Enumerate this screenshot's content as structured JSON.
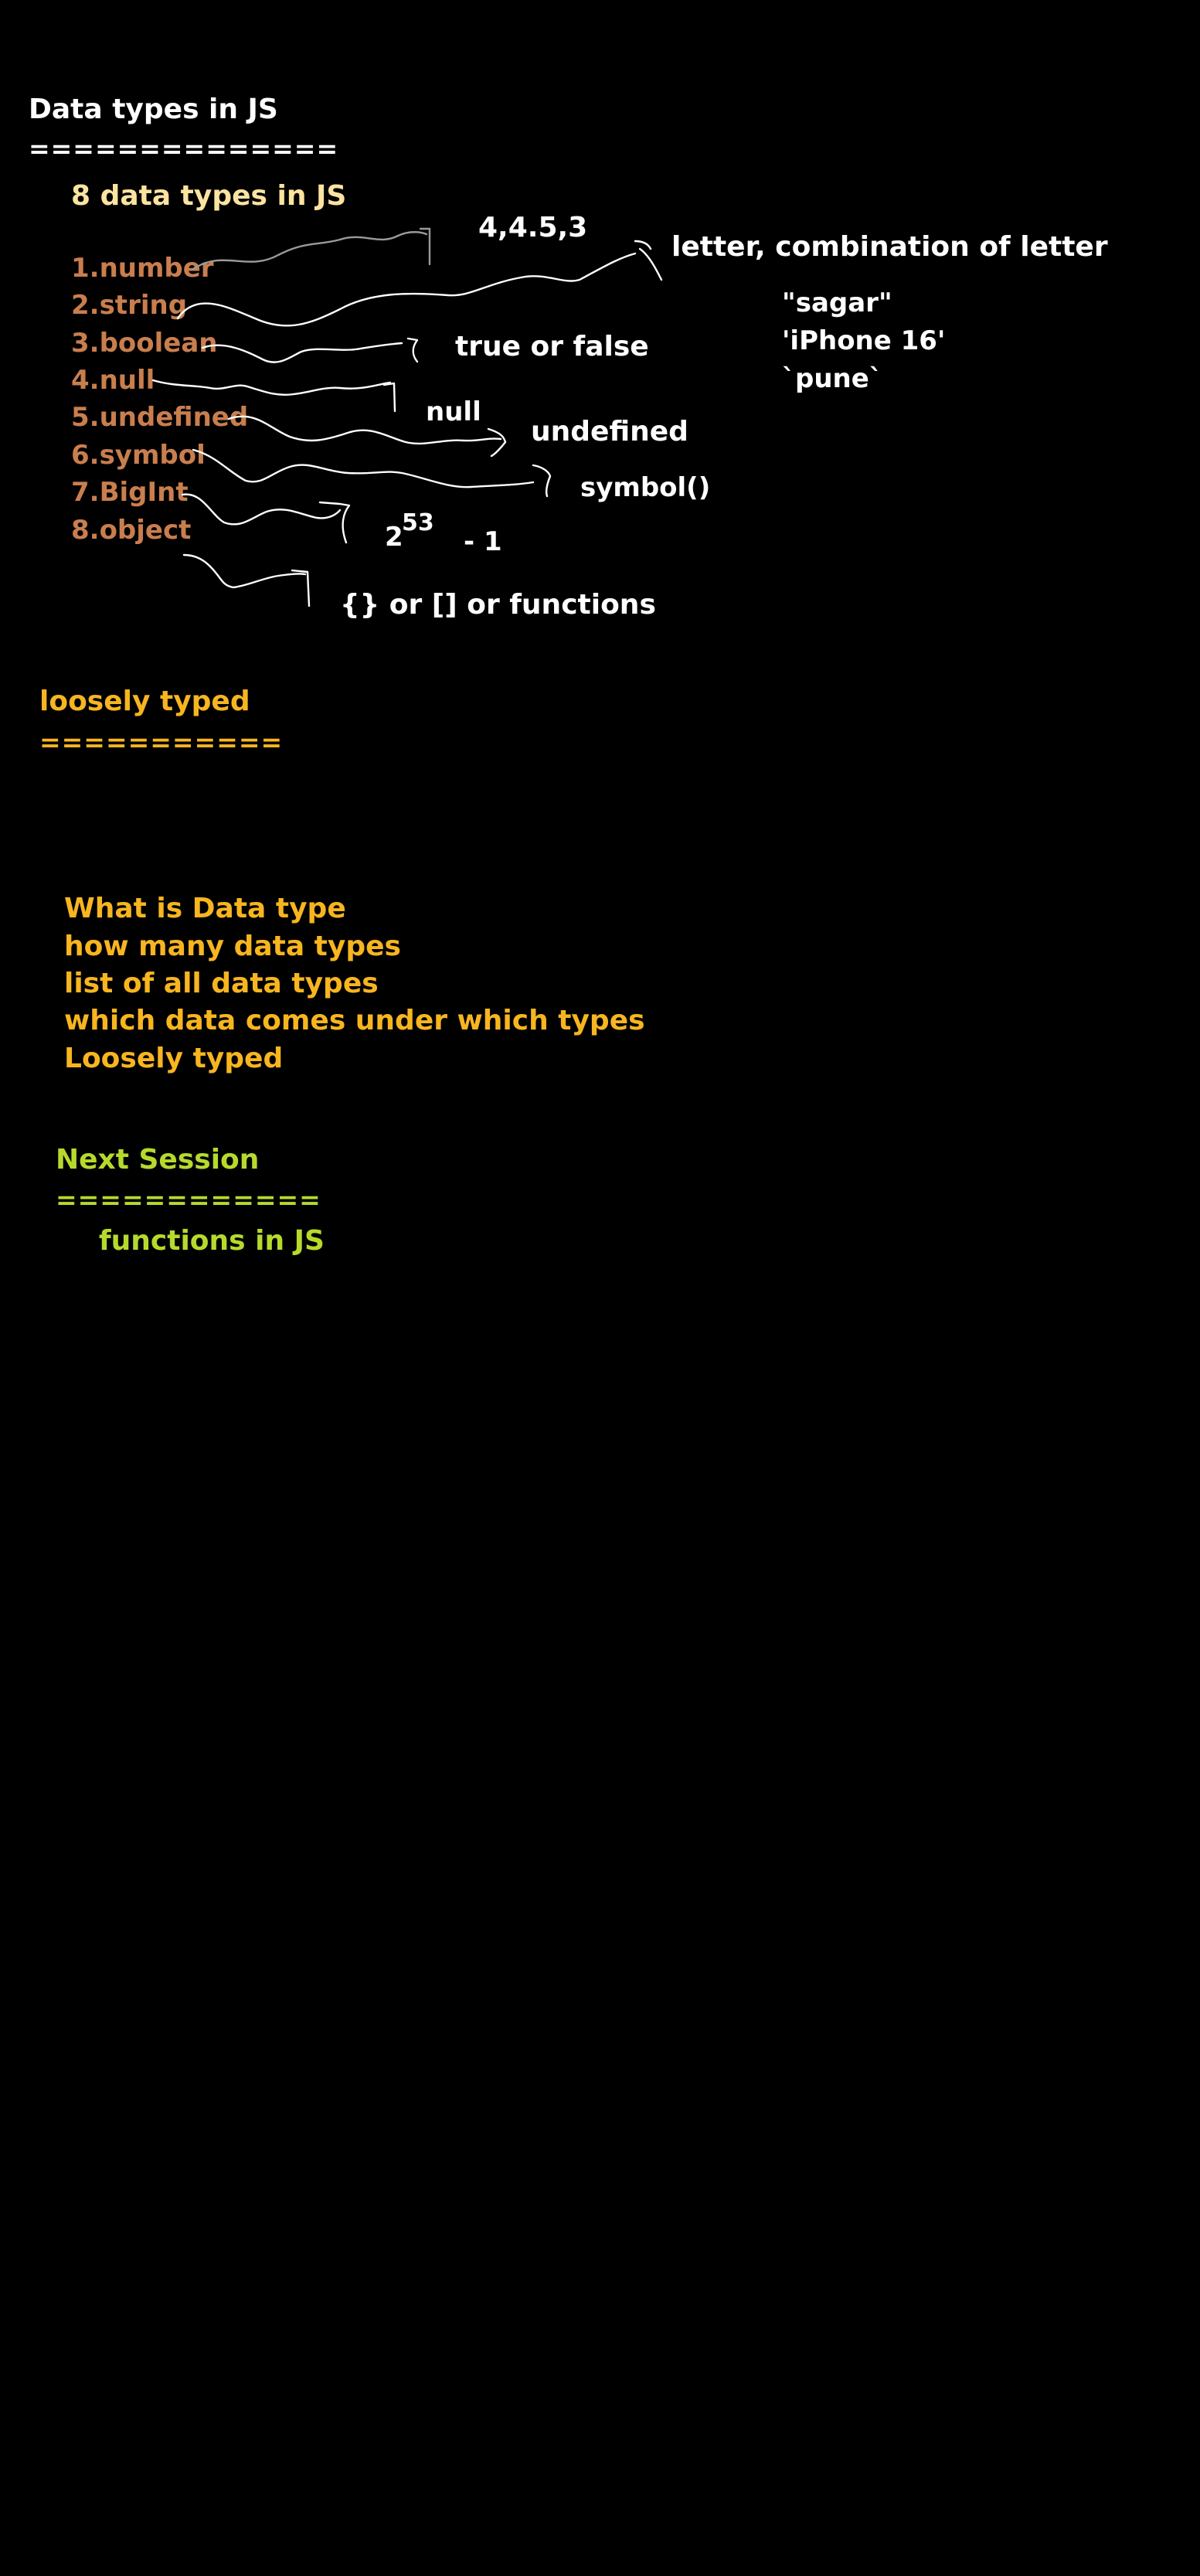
{
  "heading": {
    "title": "Data types in JS",
    "rule": "=============="
  },
  "types_section": {
    "subtitle": "8 data types in JS",
    "items": [
      "1.number",
      "2.string",
      "3.boolean",
      "4.null",
      "5.undefined",
      "6.symbol",
      "7.BigInt",
      "8.object"
    ],
    "annotations": {
      "number_examples": "4,4.5,3",
      "string_desc": "letter, combination of letter",
      "string_examples": [
        "\"sagar\"",
        "'iPhone 16'",
        "`pune`"
      ],
      "boolean_desc": "true or false",
      "null_desc": "null",
      "undefined_desc": "undefined",
      "symbol_desc": "symbol()",
      "bigint_base": "2",
      "bigint_exp": "53",
      "bigint_tail": "- 1",
      "object_desc": "{} or [] or functions"
    }
  },
  "loosely_typed": {
    "title": "loosely typed",
    "rule": "==========="
  },
  "recap": {
    "items": [
      "What is Data type",
      "how many data types",
      "list of all data types",
      "which data comes under which types",
      "Loosely typed"
    ]
  },
  "next_session": {
    "title": "Next Session",
    "rule": "============",
    "topic": "functions in JS"
  },
  "colors": {
    "background": "#000000",
    "heading": "#ffffff",
    "subtitle": "#fbe3a0",
    "list_items": "#c97e4e",
    "gold_notes": "#f7b51f",
    "next_session": "#b6da2c"
  }
}
